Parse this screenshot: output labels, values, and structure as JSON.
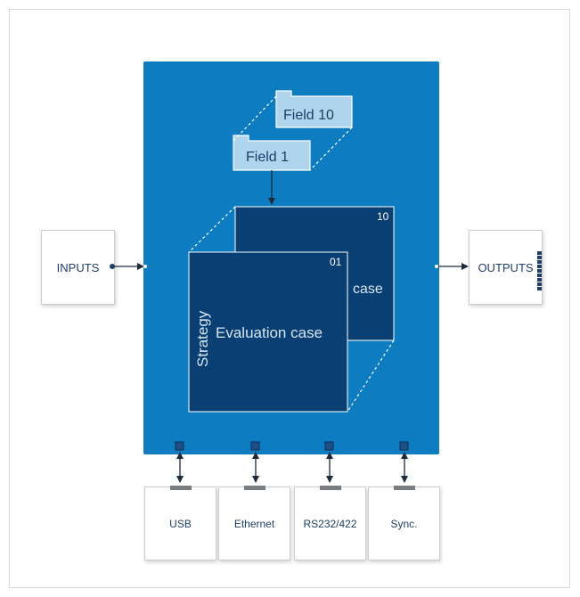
{
  "inputs": {
    "label": "INPUTS"
  },
  "outputs": {
    "label": "OUTPUTS"
  },
  "fields": {
    "back": "Field 10",
    "front": "Field 1"
  },
  "cases": {
    "back_number": "10",
    "back_text": "case",
    "front_number": "01",
    "front_text": "Evaluation case",
    "strategy": "Strategy"
  },
  "interfaces": [
    {
      "label": "USB"
    },
    {
      "label": "Ethernet"
    },
    {
      "label": "RS232/422"
    },
    {
      "label": "Sync."
    }
  ],
  "colors": {
    "panel": "#0d7cc0",
    "card": "#0a3f74",
    "folder": "#aed4ee",
    "text_dark": "#1f3e66"
  }
}
